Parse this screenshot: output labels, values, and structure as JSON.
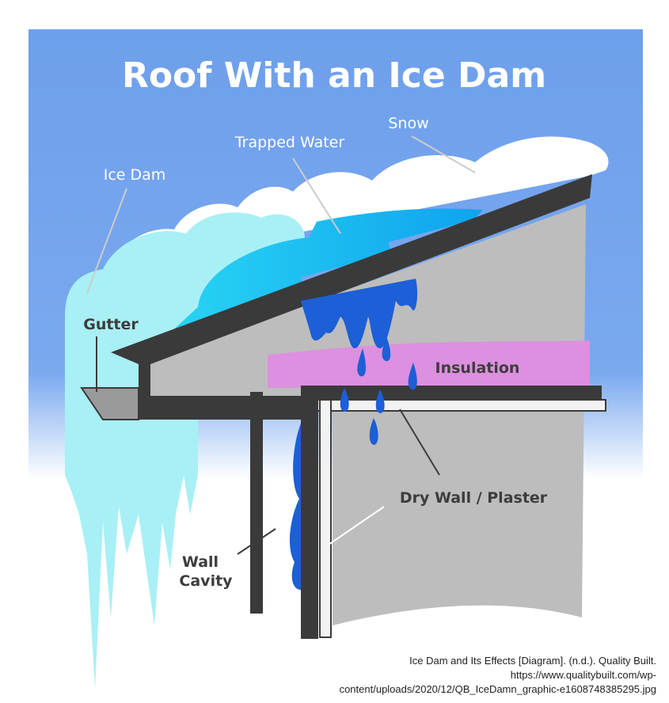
{
  "title": "Roof With an Ice Dam",
  "labels": {
    "snow": "Snow",
    "trapped_water": "Trapped Water",
    "ice_dam": "Ice Dam",
    "gutter": "Gutter",
    "insulation": "Insulation",
    "drywall": "Dry Wall / Plaster",
    "wall_line1": "Wall",
    "wall_line2": "Cavity"
  },
  "citation": {
    "line1": "Ice Dam and Its Effects [Diagram]. (n.d.). Quality Built.",
    "line2": "https://www.qualitybuilt.com/wp-",
    "line3": "content/uploads/2020/12/QB_IceDamn_graphic-e1608748385295.jpg"
  },
  "colors": {
    "sky_top": "#6e9fec",
    "sky_bottom": "#ffffff",
    "snow": "#ffffff",
    "ice": "#a8f0f5",
    "trapped_water": "#1fd0f0",
    "water_drops": "#1c5fd6",
    "roof": "#3a3a3a",
    "wall": "#bdbdbd",
    "insulation": "#dd8fe0"
  }
}
